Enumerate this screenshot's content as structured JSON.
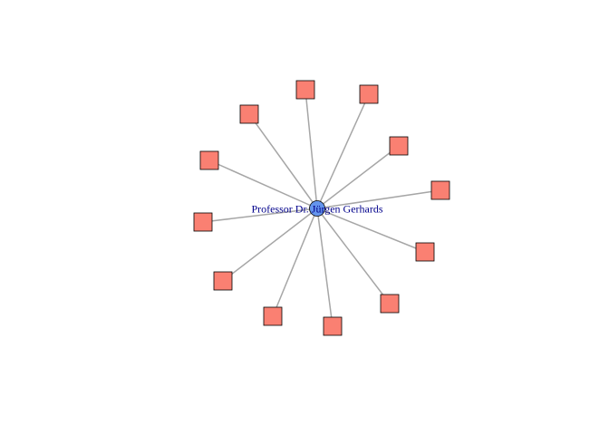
{
  "graph": {
    "center": {
      "label": "Professor Dr. Jürgen  Gerhards",
      "shape": "circle",
      "fill": "#6495ed"
    },
    "leaf_count": 12,
    "leaf_shape": "square",
    "leaf_label": "",
    "leaf_fill": "#fa8072",
    "edge_color": "#a6a6a6",
    "label_color": "#00008b"
  }
}
